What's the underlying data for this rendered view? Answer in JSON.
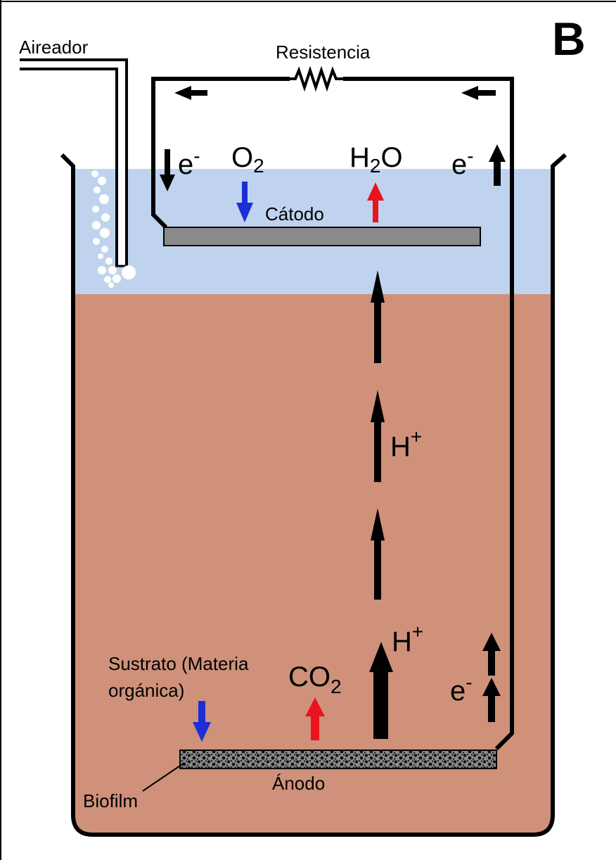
{
  "panel_label": "B",
  "labels": {
    "aerator": "Aireador",
    "resistance": "Resistencia",
    "cathode": "Cátodo",
    "anode": "Ánodo",
    "biofilm": "Biofilm",
    "substrate_line1": "Sustrato  (Materia",
    "substrate_line2": "orgánica)"
  },
  "species": {
    "electron_base": "e",
    "electron_sup": "-",
    "oxygen_base": "O",
    "oxygen_sub": "2",
    "water_h": "H",
    "water_sub": "2",
    "water_o": "O",
    "proton_base": "H",
    "proton_sup": "+",
    "co2_base": "CO",
    "co2_sub": "2"
  },
  "colors": {
    "cathode_water": "#bfd3ee",
    "anode_water": "#cf917a",
    "electrode": "#8a8a8a",
    "biofilm": "#4a4a4a",
    "consumed_arrow": "#1a2fd6",
    "produced_arrow": "#e8141e",
    "flow_arrow": "#000000"
  }
}
